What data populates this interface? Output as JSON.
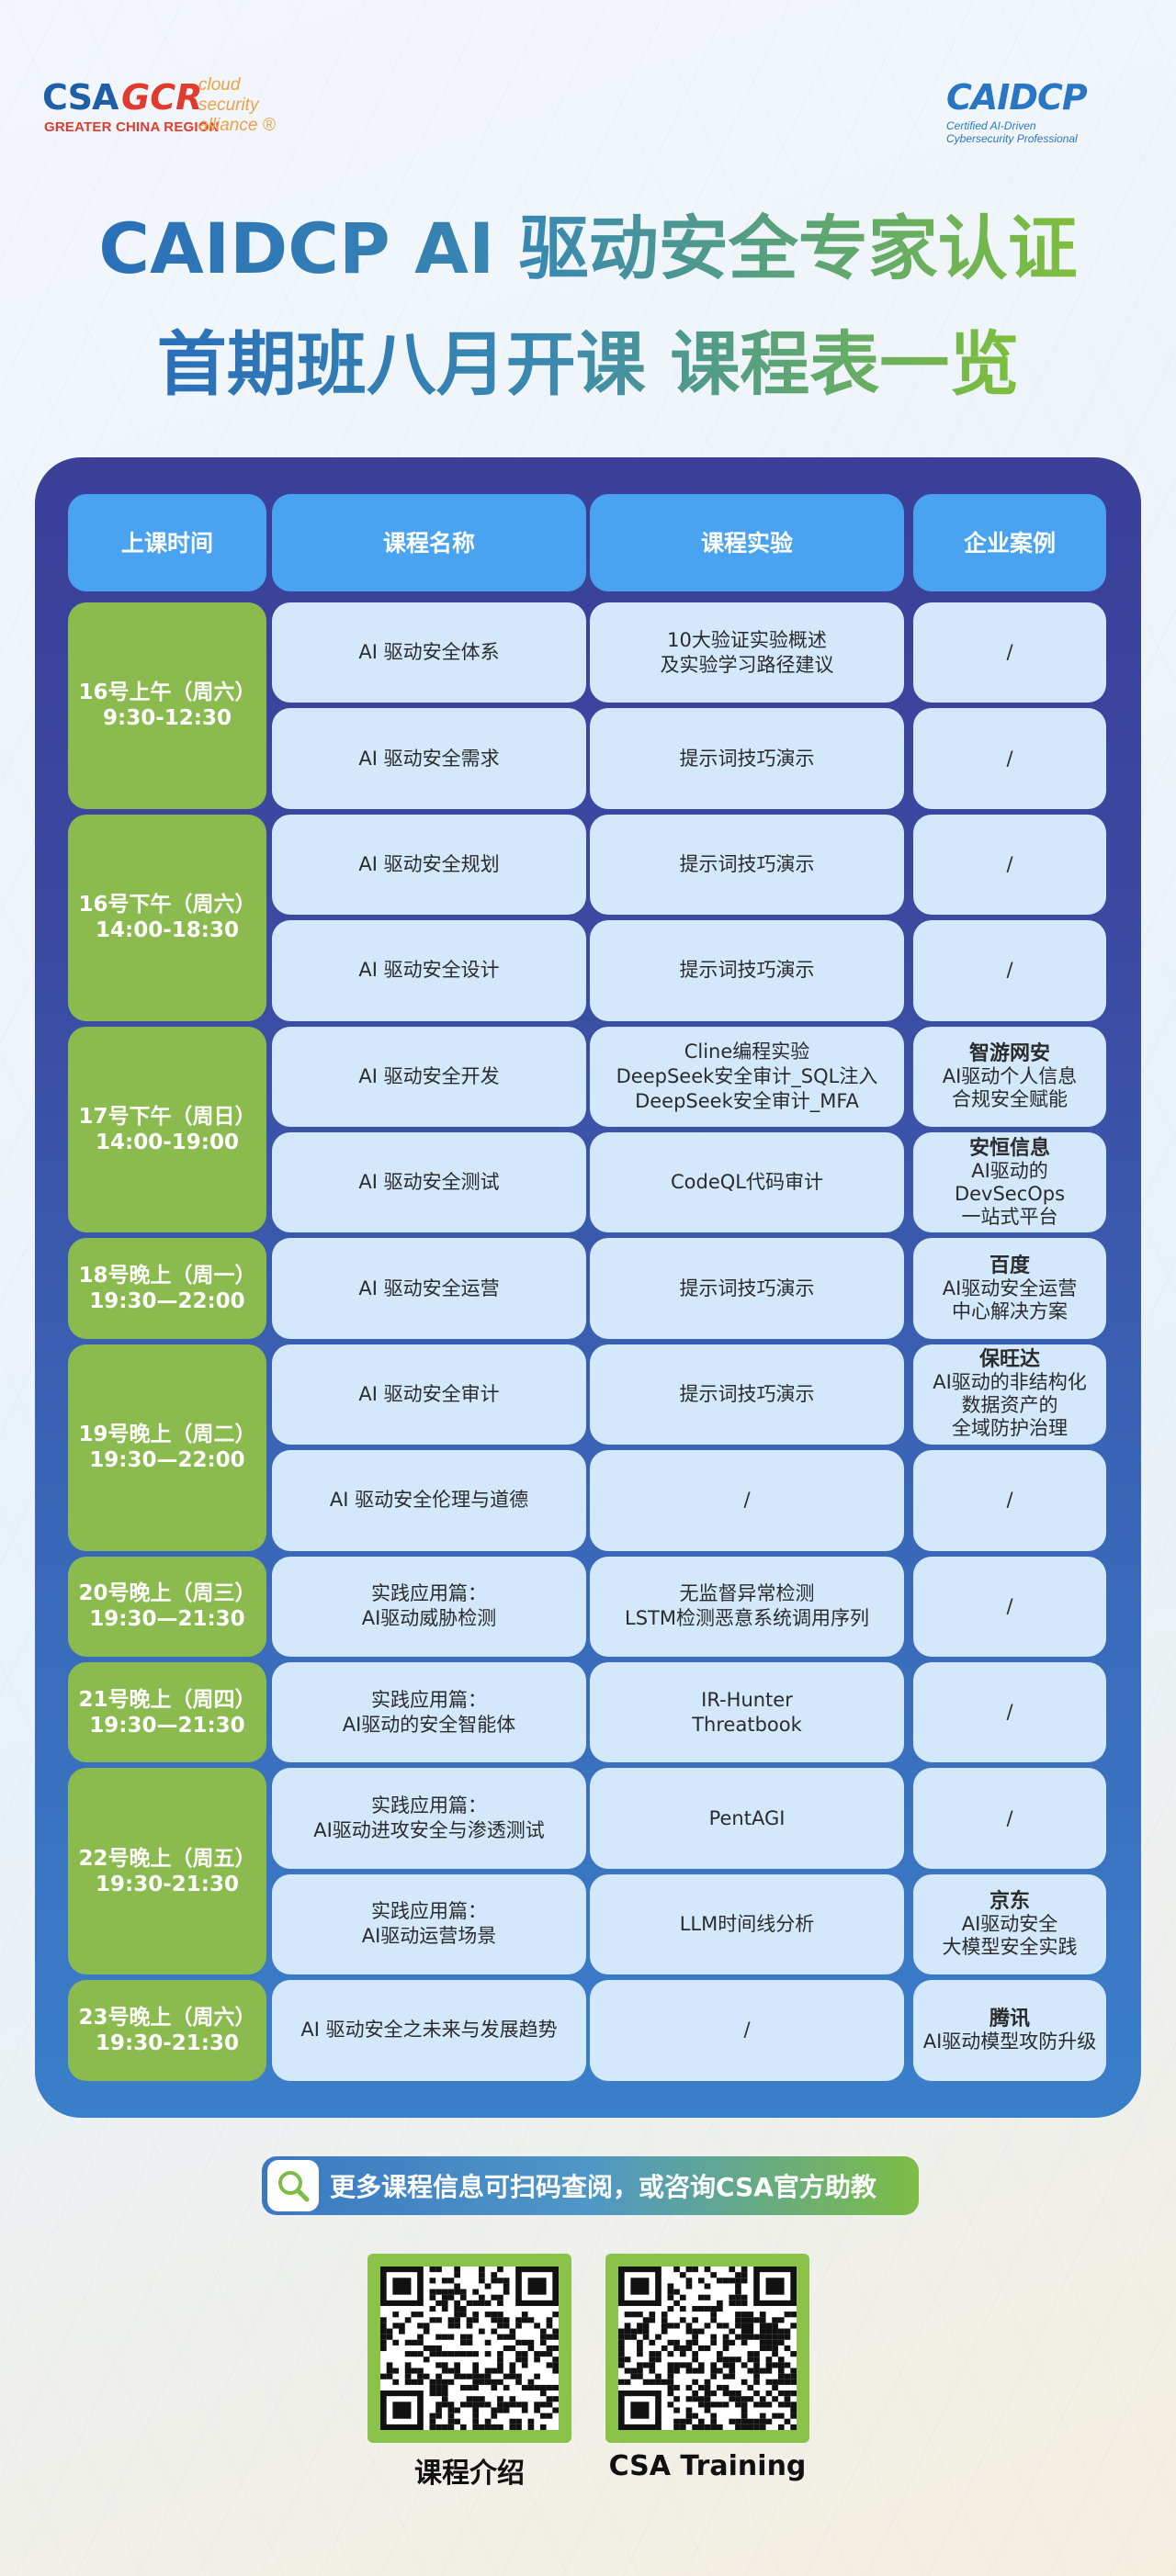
{
  "header": {
    "logo_left": {
      "csa": "CSA",
      "gcr": "GCR",
      "region": "GREATER CHINA REGION",
      "side_lines": [
        "cloud",
        "security",
        "alliance ®"
      ]
    },
    "logo_right": {
      "mark": "CAIDCP",
      "cert_line1": "Certified AI-Driven",
      "cert_line2": "Cybersecurity Professional"
    },
    "title_line1": "CAIDCP AI 驱动安全专家认证",
    "title_line2": "首期班八月开课 课程表一览"
  },
  "table": {
    "headers": [
      "上课时间",
      "课程名称",
      "课程实验",
      "企业案例"
    ],
    "time_groups": [
      "16号上午（周六）\n9:30-12:30",
      "16号下午（周六）\n14:00-18:30",
      "17号下午（周日）\n14:00-19:00",
      "18号晚上（周一）\n19:30—22:00",
      "19号晚上（周二）\n19:30—22:00",
      "20号晚上（周三）\n19:30—21:30",
      "21号晚上（周四）\n19:30—21:30",
      "22号晚上（周五）\n19:30-21:30",
      "23号晚上（周六）\n19:30-21:30"
    ],
    "rows": [
      {
        "course": "AI 驱动安全体系",
        "lab": "10大验证实验概述\n及实验学习路径建议",
        "case_title": "",
        "case_body": "/"
      },
      {
        "course": "AI 驱动安全需求",
        "lab": "提示词技巧演示",
        "case_title": "",
        "case_body": "/"
      },
      {
        "course": "AI 驱动安全规划",
        "lab": "提示词技巧演示",
        "case_title": "",
        "case_body": "/"
      },
      {
        "course": "AI 驱动安全设计",
        "lab": "提示词技巧演示",
        "case_title": "",
        "case_body": "/"
      },
      {
        "course": "AI 驱动安全开发",
        "lab": "Cline编程实验\nDeepSeek安全审计_SQL注入\nDeepSeek安全审计_MFA",
        "case_title": "智游网安",
        "case_body": "AI驱动个人信息\n合规安全赋能"
      },
      {
        "course": "AI 驱动安全测试",
        "lab": "CodeQL代码审计",
        "case_title": "安恒信息",
        "case_body": "AI驱动的\nDevSecOps\n一站式平台"
      },
      {
        "course": "AI 驱动安全运营",
        "lab": "提示词技巧演示",
        "case_title": "百度",
        "case_body": "AI驱动安全运营\n中心解决方案"
      },
      {
        "course": "AI 驱动安全审计",
        "lab": "提示词技巧演示",
        "case_title": "保旺达",
        "case_body": "AI驱动的非结构化\n数据资产的\n全域防护治理"
      },
      {
        "course": "AI 驱动安全伦理与道德",
        "lab": "/",
        "case_title": "",
        "case_body": "/"
      },
      {
        "course": "实践应用篇：\nAI驱动威胁检测",
        "lab": "无监督异常检测\nLSTM检测恶意系统调用序列",
        "case_title": "",
        "case_body": "/"
      },
      {
        "course": "实践应用篇：\nAI驱动的安全智能体",
        "lab": "IR-Hunter\nThreatbook",
        "case_title": "",
        "case_body": "/"
      },
      {
        "course": "实践应用篇：\nAI驱动进攻安全与渗透测试",
        "lab": "PentAGI",
        "case_title": "",
        "case_body": "/"
      },
      {
        "course": "实践应用篇：\nAI驱动运营场景",
        "lab": "LLM时间线分析",
        "case_title": "京东",
        "case_body": "AI驱动安全\n大模型安全实践"
      },
      {
        "course": "AI 驱动安全之未来与发展趋势",
        "lab": "/",
        "case_title": "腾讯",
        "case_body": "AI驱动模型攻防升级"
      }
    ]
  },
  "footer": {
    "banner_text": "更多课程信息可扫码查阅，或咨询CSA官方助教",
    "qr_labels": [
      "课程介绍",
      "CSA Training"
    ],
    "icons": [
      "search-icon",
      "qr-code-icon"
    ]
  },
  "colors": {
    "header_cell": "#4aa3f0",
    "time_cell": "#8bbb4e",
    "light_cell": "#d3e8fb",
    "card_top": "#3a3f98",
    "card_bottom": "#3a7fca"
  }
}
